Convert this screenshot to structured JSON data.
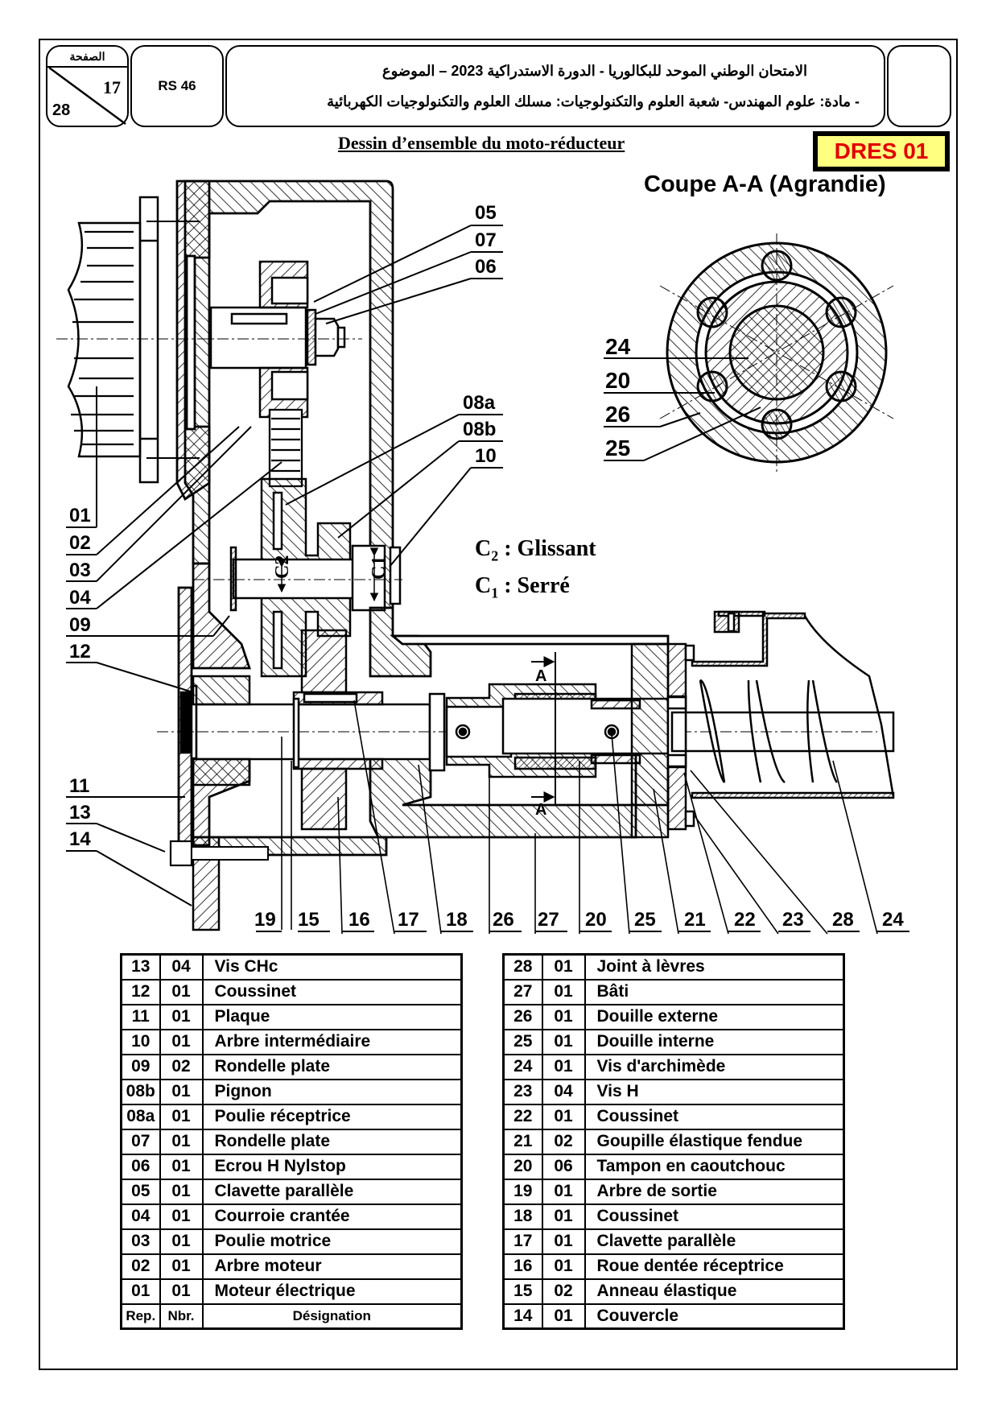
{
  "header": {
    "page_label": "الصفحة",
    "page_current": "17",
    "page_total": "28",
    "code": "RS 46",
    "title_line1": "الامتحان الوطني الموحد للبكالوريا - الدورة الاستدراكية 2023 – الموضوع",
    "title_line2": "- مادة: علوم المهندس- شعبة العلوم والتكنولوجيات: مسلك العلوم والتكنولوجيات الكهربائية"
  },
  "document": {
    "subtitle": "Dessin d’ensemble du moto-réducteur",
    "badge": "DRES 01",
    "badge_colors": {
      "background": "#ffff80",
      "text": "#e00000",
      "border": "#000000"
    }
  },
  "section_view": {
    "title": "Coupe A-A (Agrandie)",
    "labels": [
      "24",
      "20",
      "26",
      "25"
    ]
  },
  "fits": [
    {
      "symbol": "C",
      "sub": "2",
      "text": ": Glissant"
    },
    {
      "symbol": "C",
      "sub": "1",
      "text": ": Serré"
    }
  ],
  "drawing": {
    "dimension_labels": [
      "C2",
      "C1"
    ],
    "section_marker": "A",
    "top_right_labels": [
      "05",
      "07",
      "06",
      "08a",
      "08b",
      "10"
    ],
    "left_labels": [
      "01",
      "02",
      "03",
      "04",
      "09",
      "12",
      "11",
      "13",
      "14"
    ],
    "bottom_labels": [
      "19",
      "15",
      "16",
      "17",
      "18",
      "26",
      "27",
      "20",
      "25",
      "21",
      "22",
      "23",
      "28",
      "24"
    ]
  },
  "nomenclature": {
    "headers": {
      "rep": "Rep.",
      "nbr": "Nbr.",
      "designation": "Désignation"
    },
    "left": [
      {
        "rep": "13",
        "nbr": "04",
        "designation": "Vis CHc"
      },
      {
        "rep": "12",
        "nbr": "01",
        "designation": "Coussinet"
      },
      {
        "rep": "11",
        "nbr": "01",
        "designation": "Plaque"
      },
      {
        "rep": "10",
        "nbr": "01",
        "designation": "Arbre intermédiaire"
      },
      {
        "rep": "09",
        "nbr": "02",
        "designation": "Rondelle plate"
      },
      {
        "rep": "08b",
        "nbr": "01",
        "designation": "Pignon"
      },
      {
        "rep": "08a",
        "nbr": "01",
        "designation": "Poulie réceptrice"
      },
      {
        "rep": "07",
        "nbr": "01",
        "designation": "Rondelle plate"
      },
      {
        "rep": "06",
        "nbr": "01",
        "designation": "Ecrou H Nylstop"
      },
      {
        "rep": "05",
        "nbr": "01",
        "designation": "Clavette parallèle"
      },
      {
        "rep": "04",
        "nbr": "01",
        "designation": "Courroie crantée"
      },
      {
        "rep": "03",
        "nbr": "01",
        "designation": "Poulie motrice"
      },
      {
        "rep": "02",
        "nbr": "01",
        "designation": "Arbre moteur"
      },
      {
        "rep": "01",
        "nbr": "01",
        "designation": "Moteur électrique"
      }
    ],
    "right": [
      {
        "rep": "28",
        "nbr": "01",
        "designation": "Joint à lèvres"
      },
      {
        "rep": "27",
        "nbr": "01",
        "designation": "Bâti"
      },
      {
        "rep": "26",
        "nbr": "01",
        "designation": "Douille externe"
      },
      {
        "rep": "25",
        "nbr": "01",
        "designation": "Douille interne"
      },
      {
        "rep": "24",
        "nbr": "01",
        "designation": "Vis d'archimède"
      },
      {
        "rep": "23",
        "nbr": "04",
        "designation": "Vis H"
      },
      {
        "rep": "22",
        "nbr": "01",
        "designation": "Coussinet"
      },
      {
        "rep": "21",
        "nbr": "02",
        "designation": "Goupille élastique fendue"
      },
      {
        "rep": "20",
        "nbr": "06",
        "designation": "Tampon en caoutchouc"
      },
      {
        "rep": "19",
        "nbr": "01",
        "designation": "Arbre de sortie"
      },
      {
        "rep": "18",
        "nbr": "01",
        "designation": "Coussinet"
      },
      {
        "rep": "17",
        "nbr": "01",
        "designation": "Clavette parallèle"
      },
      {
        "rep": "16",
        "nbr": "01",
        "designation": "Roue dentée réceptrice"
      },
      {
        "rep": "15",
        "nbr": "02",
        "designation": "Anneau élastique"
      },
      {
        "rep": "14",
        "nbr": "01",
        "designation": "Couvercle"
      }
    ]
  }
}
